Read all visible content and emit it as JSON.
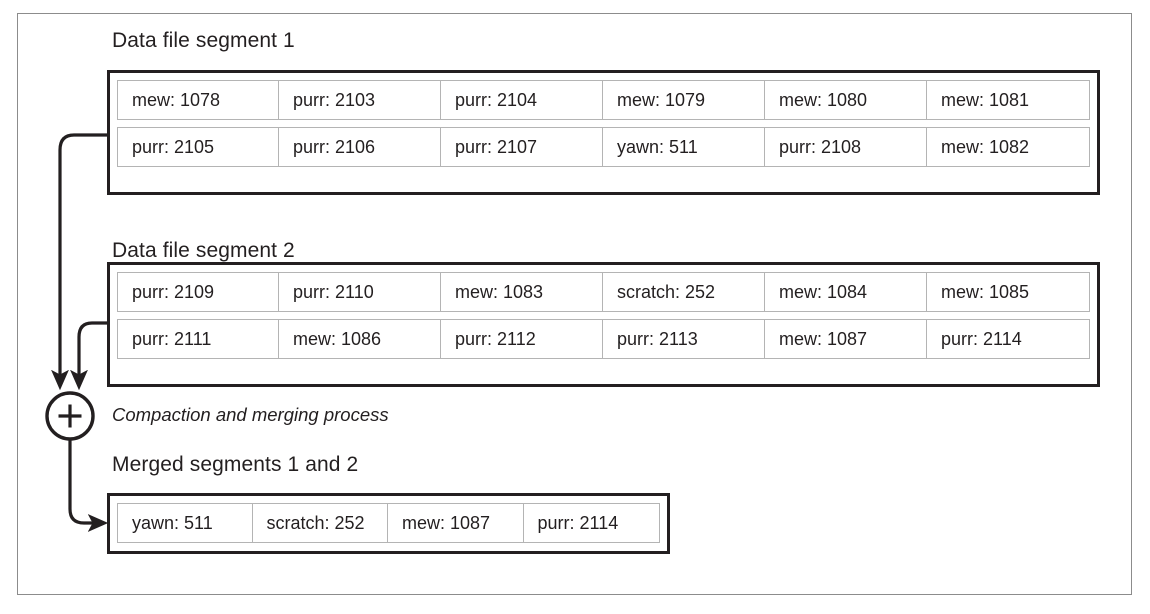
{
  "figure": {
    "sections": [
      {
        "id": "segment-1",
        "title": "Data file segment 1",
        "rows": [
          [
            "mew: 1078",
            "purr: 2103",
            "purr: 2104",
            "mew: 1079",
            "mew: 1080",
            "mew: 1081"
          ],
          [
            "purr: 2105",
            "purr: 2106",
            "purr: 2107",
            "yawn: 511",
            "purr: 2108",
            "mew: 1082"
          ]
        ]
      },
      {
        "id": "segment-2",
        "title": "Data file segment 2",
        "rows": [
          [
            "purr: 2109",
            "purr: 2110",
            "mew: 1083",
            "scratch: 252",
            "mew: 1084",
            "mew: 1085"
          ],
          [
            "purr: 2111",
            "mew: 1086",
            "purr: 2112",
            "purr: 2113",
            "mew: 1087",
            "purr: 2114"
          ]
        ]
      },
      {
        "id": "merged",
        "title": "Merged segments 1 and 2",
        "rows": [
          [
            "yawn: 511",
            "scratch: 252",
            "mew: 1087",
            "purr: 2114"
          ]
        ]
      }
    ],
    "process_node": {
      "symbol": "+",
      "label": "Compaction and merging process"
    },
    "colors": {
      "ink": "#231f20",
      "cell_border": "#b4b4b4",
      "frame_border": "#8c8c8c",
      "background": "#ffffff"
    }
  }
}
